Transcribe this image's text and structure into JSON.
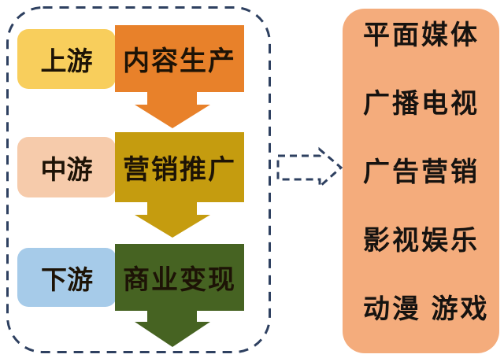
{
  "flow": {
    "rows": [
      {
        "label": "上游",
        "stage": "内容生产"
      },
      {
        "label": "中游",
        "stage": "营销推广"
      },
      {
        "label": "下游",
        "stage": "商业变现"
      }
    ]
  },
  "right_panel": {
    "items": [
      "平面媒体",
      "广播电视",
      "广告营销",
      "影视娱乐",
      "动漫 游戏"
    ]
  },
  "colors": {
    "upstream_label_bg": "#F8CE5C",
    "upstream_stage_bg": "#E8812A",
    "midstream_label_bg": "#F6CBAB",
    "midstream_stage_bg": "#C59C0F",
    "downstream_label_bg": "#A6CBE9",
    "downstream_stage_bg": "#466322",
    "right_panel_bg": "#F4AC7C",
    "dash_outline": "#2E4060",
    "text": "#1d1306"
  }
}
